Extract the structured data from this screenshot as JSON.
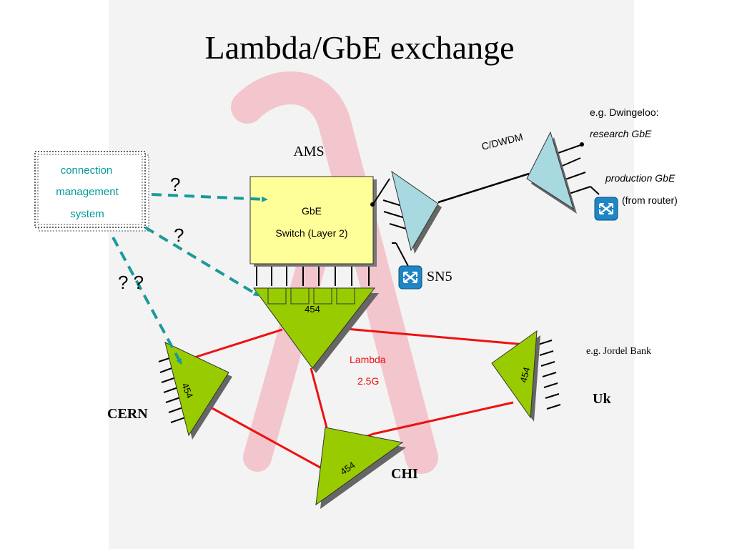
{
  "title": "Lambda/GbE exchange",
  "labels": {
    "cms_line1": "connection",
    "cms_line2": "management",
    "cms_line3": "system",
    "ams": "AMS",
    "gbe_line1": "GbE",
    "gbe_line2": "Switch (Layer 2)",
    "cdwdm": "C/DWDM",
    "dwingeloo_line1": "e.g. Dwingeloo:",
    "dwingeloo_line2": "research GbE",
    "production_gbe": "production GbE",
    "from_router": "(from router)",
    "sn5": "SN5",
    "q1": "?",
    "q2": "?",
    "q3": "? ?",
    "node_ams": "454",
    "node_cern": "454",
    "node_chi": "454",
    "node_uk": "454",
    "lambda_line1": "Lambda",
    "lambda_line2": "2.5G",
    "jordel": "e.g. Jordel Bank",
    "cern": "CERN",
    "chi": "CHI",
    "uk": "Uk"
  },
  "colors": {
    "lambda_watermark": "#f2c6cc",
    "switch_fill": "#ffff99",
    "node_fill": "#99cc00",
    "dwdm_fill": "#a8d8e0",
    "cms_text": "#009999",
    "dashed_arrow": "#1a9a9a",
    "lambda_link": "#ee1111",
    "router_blue": "#1f86c6"
  },
  "icons": [
    "router-icon"
  ]
}
